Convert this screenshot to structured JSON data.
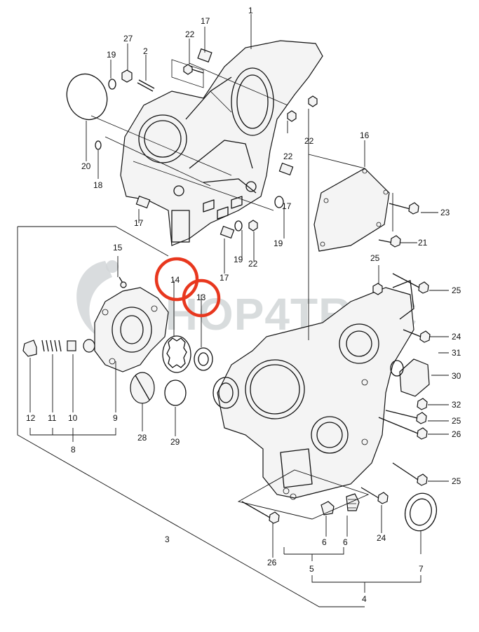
{
  "watermark": {
    "text": "SHOP4TRAC"
  },
  "highlight_color": "#e8371e",
  "callouts": {
    "c1": "1",
    "c2": "2",
    "c3": "3",
    "c4": "4",
    "c5": "5",
    "c6a": "6",
    "c6b": "6",
    "c7": "7",
    "c8": "8",
    "c9": "9",
    "c10": "10",
    "c11": "11",
    "c12": "12",
    "c13": "13",
    "c14": "14",
    "c15": "15",
    "c16": "16",
    "c17a": "17",
    "c17b": "17",
    "c17c": "17",
    "c17d": "17",
    "c18": "18",
    "c19a": "19",
    "c19b": "19",
    "c19c": "19",
    "c20": "20",
    "c21": "21",
    "c22a": "22",
    "c22b": "22",
    "c22c": "22",
    "c22d": "22",
    "c23": "23",
    "c24a": "24",
    "c24b": "24",
    "c25a": "25",
    "c25b": "25",
    "c25c": "25",
    "c25d": "25",
    "c26a": "26",
    "c26b": "26",
    "c27": "27",
    "c28": "28",
    "c29": "29",
    "c30": "30",
    "c31": "31",
    "c32": "32"
  },
  "icons": {
    "gear_housing": "gear-case-drawing",
    "cover": "cover-plate-drawing",
    "pump": "oil-pump-drawing",
    "relief_valve": "relief-valve-drawing"
  }
}
